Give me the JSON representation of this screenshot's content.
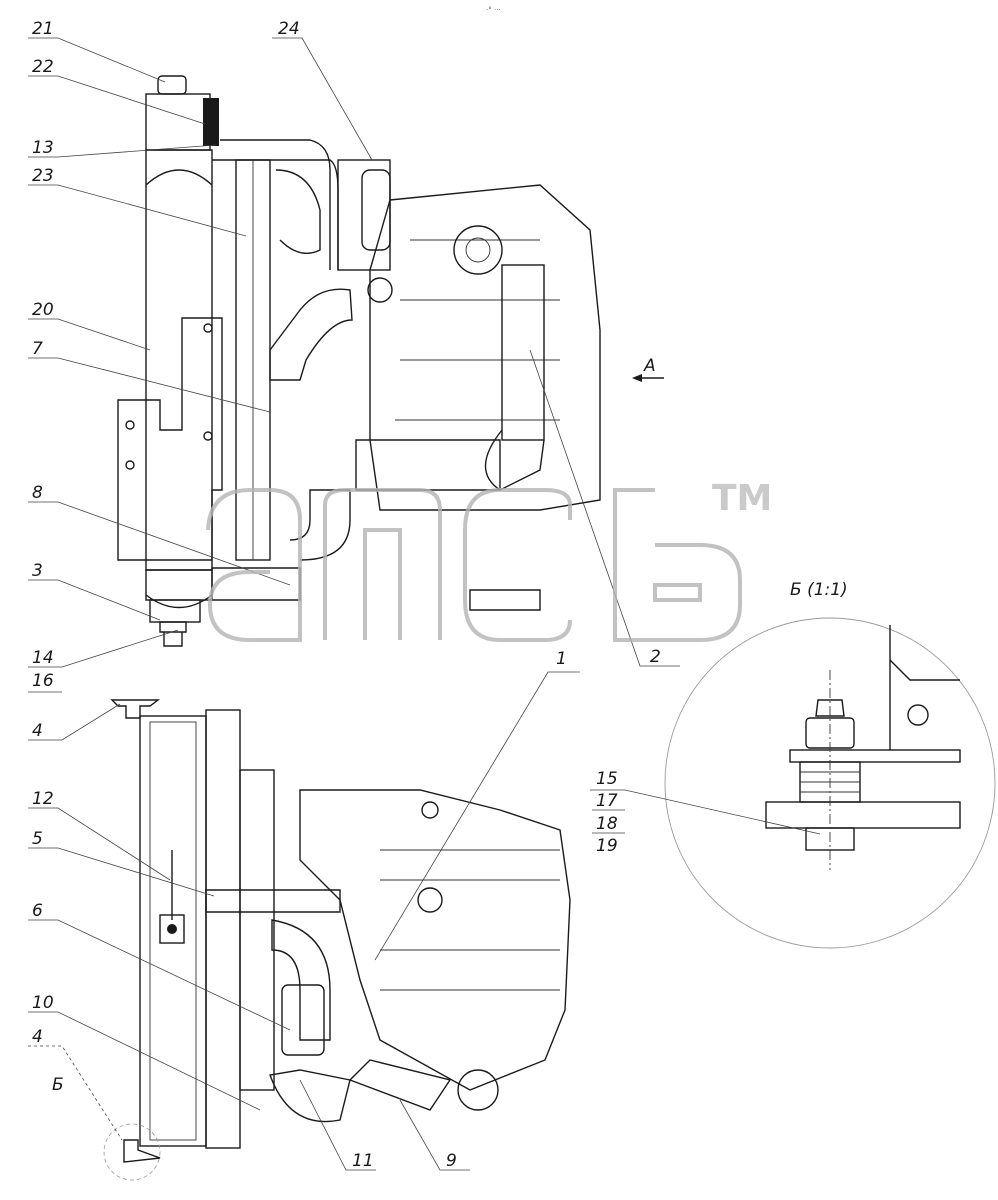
{
  "header_mark": "·° ···",
  "view_direction_label": "A",
  "detail": {
    "title": "Б (1:1)",
    "marker": "Б"
  },
  "callouts": {
    "c21": "21",
    "c22": "22",
    "c13": "13",
    "c23": "23",
    "c24": "24",
    "c20": "20",
    "c7": "7",
    "c8": "8",
    "c3": "3",
    "c14": "14",
    "c16": "16",
    "c2": "2",
    "c1": "1",
    "c4a": "4",
    "c12": "12",
    "c5": "5",
    "c6": "6",
    "c10": "10",
    "c4b": "4",
    "c11": "11",
    "c9": "9",
    "c15": "15",
    "c17": "17",
    "c18": "18",
    "c19": "19"
  },
  "watermark": {
    "letters": "апсб",
    "trademark": "TM"
  }
}
